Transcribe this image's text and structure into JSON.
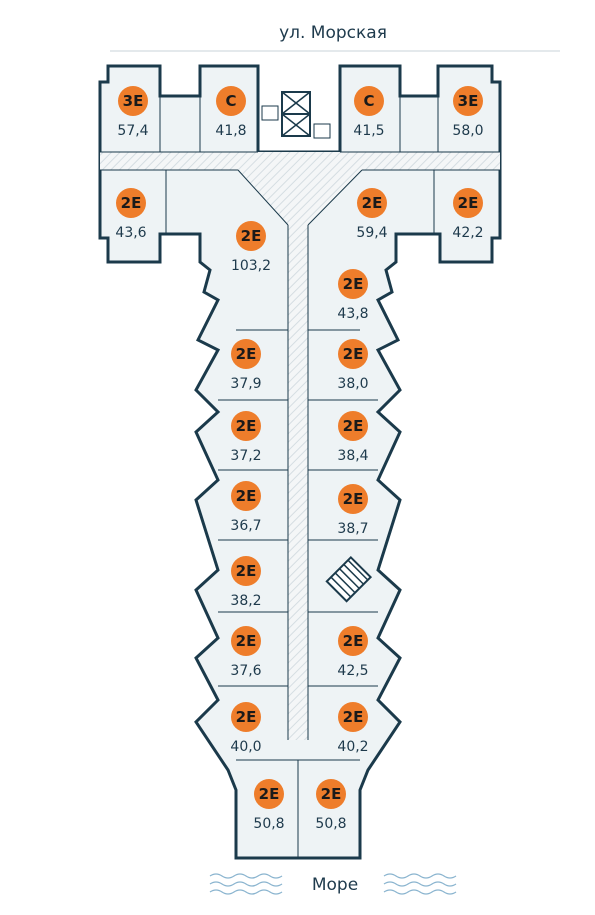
{
  "street": "ул. Морская",
  "sea": "Море",
  "colors": {
    "wall": "#1b3a4b",
    "badge": "#ee7d2b",
    "floor": "#eef3f5"
  },
  "apartments": [
    {
      "type": "3Е",
      "area": "57,4"
    },
    {
      "type": "С",
      "area": "41,8"
    },
    {
      "type": "С",
      "area": "41,5"
    },
    {
      "type": "3Е",
      "area": "58,0"
    },
    {
      "type": "2Е",
      "area": "43,6"
    },
    {
      "type": "2Е",
      "area": "103,2"
    },
    {
      "type": "2Е",
      "area": "59,4"
    },
    {
      "type": "2Е",
      "area": "42,2"
    },
    {
      "type": "2Е",
      "area": "43,8"
    },
    {
      "type": "2Е",
      "area": "37,9"
    },
    {
      "type": "2Е",
      "area": "38,0"
    },
    {
      "type": "2Е",
      "area": "37,2"
    },
    {
      "type": "2Е",
      "area": "38,4"
    },
    {
      "type": "2Е",
      "area": "36,7"
    },
    {
      "type": "2Е",
      "area": "38,7"
    },
    {
      "type": "2Е",
      "area": "38,2"
    },
    {
      "type": "2Е",
      "area": "37,6"
    },
    {
      "type": "2Е",
      "area": "42,5"
    },
    {
      "type": "2Е",
      "area": "40,0"
    },
    {
      "type": "2Е",
      "area": "40,2"
    },
    {
      "type": "2Е",
      "area": "50,8"
    },
    {
      "type": "2Е",
      "area": "50,8"
    }
  ]
}
